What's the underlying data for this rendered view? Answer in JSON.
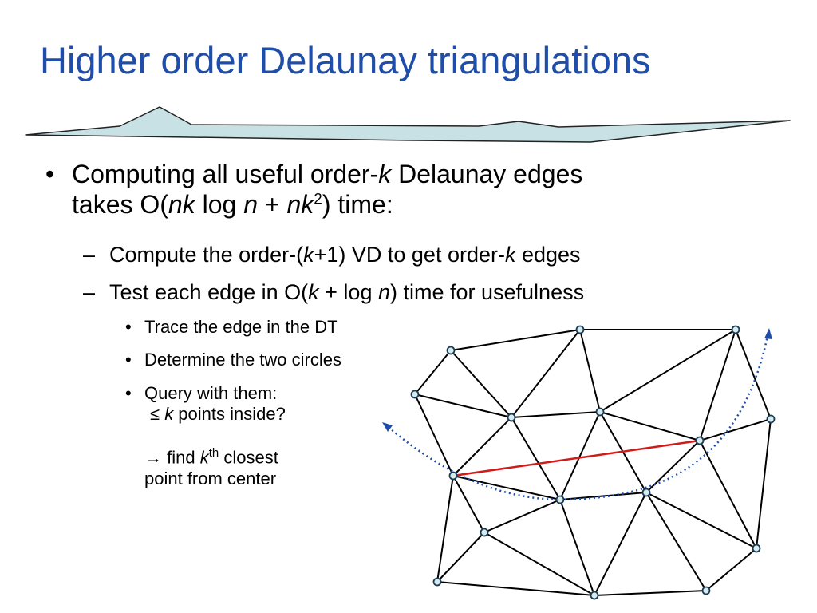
{
  "title": "Higher order Delaunay triangulations",
  "colors": {
    "title": "#1f4eaa",
    "banner_fill": "#c8e1e4",
    "highlight_edge": "#d11a1a",
    "circle_arc": "#1f4eaa",
    "vertex_fill": "#d6ecec"
  },
  "bullets": {
    "level1": {
      "marker": "•",
      "line1_prefix": "Computing all useful order-",
      "line1_k": "k",
      "line1_suffix": " Delaunay edges",
      "line2_prefix": "takes O(",
      "line2_nk": "nk",
      "line2_log": " log ",
      "line2_n": "n",
      "line2_plus": " + ",
      "line2_nk2": "nk",
      "line2_exp": "2",
      "line2_suffix": ") time:"
    },
    "level2": [
      {
        "marker": "–",
        "prefix": "Compute the order-(",
        "k": "k",
        "mid": "+1) VD to get order-",
        "k2": "k",
        "suffix": " edges"
      },
      {
        "marker": "–",
        "prefix": "Test each edge in O(",
        "k": "k",
        "mid": " + log ",
        "n": "n",
        "suffix": ") time for usefulness"
      }
    ],
    "level3": [
      {
        "marker": "•",
        "text": "Trace the edge in the DT"
      },
      {
        "marker": "•",
        "text": "Determine the two circles"
      },
      {
        "marker": "•",
        "text": "Query with them:"
      }
    ],
    "query_detail": {
      "leq": "≤ ",
      "k": "k",
      "suffix": " points inside?",
      "arrow": "→",
      "find": " find ",
      "k2": "k",
      "th": "th",
      "closest": " closest",
      "line_last": "point from center"
    }
  }
}
